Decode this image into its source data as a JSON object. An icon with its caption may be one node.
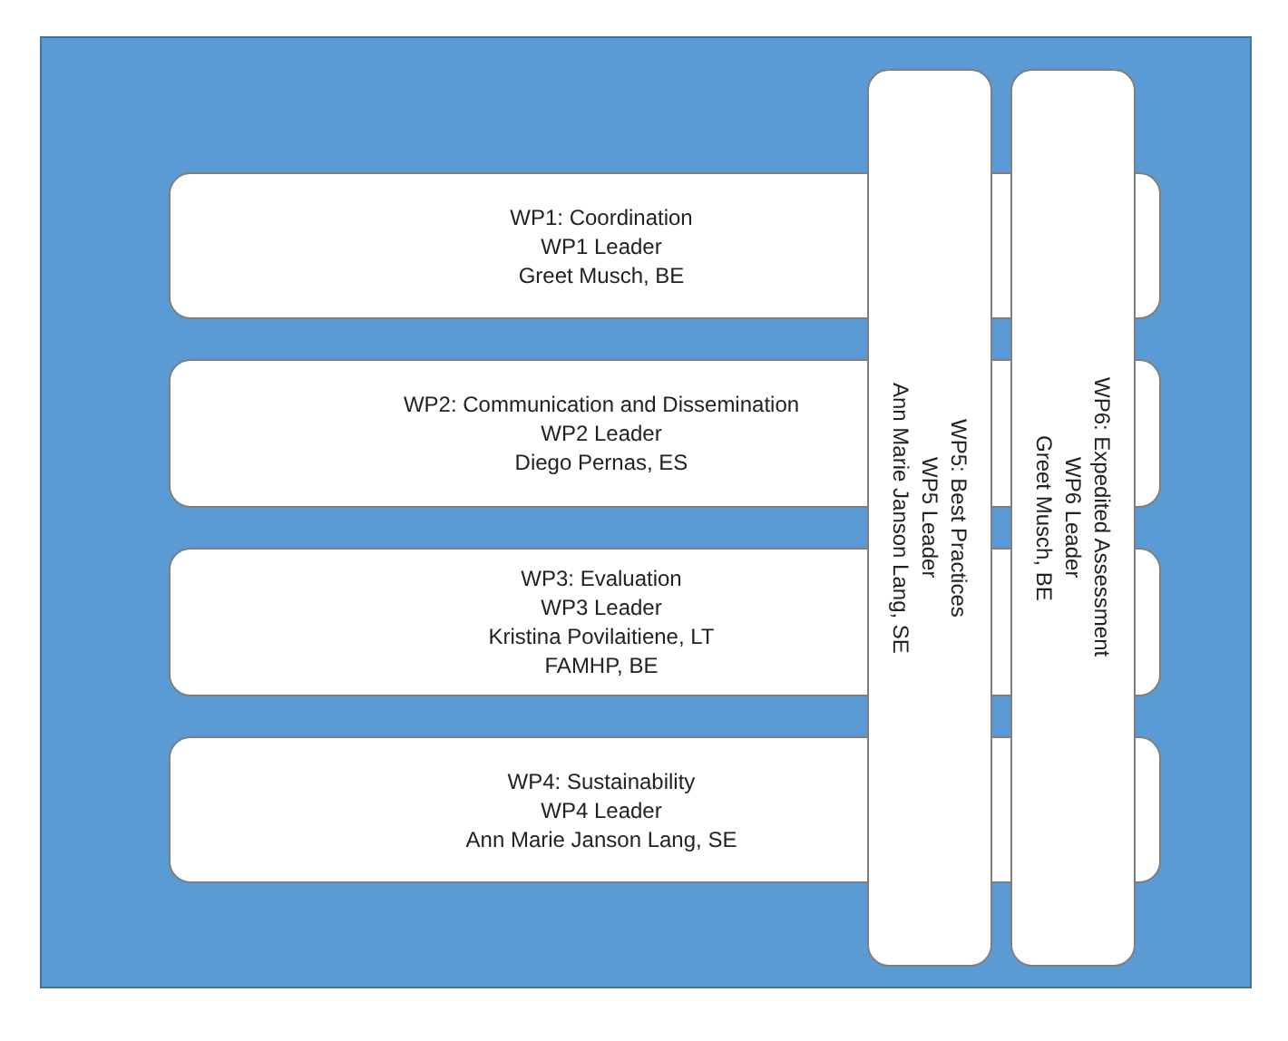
{
  "diagram": {
    "nodes": [
      {
        "text": [
          "WP1: Coordination",
          "WP1 Leader",
          "Greet Musch, BE"
        ]
      },
      {
        "text": [
          "WP2: Communication and Dissemination",
          "WP2 Leader",
          "Diego Pernas, ES"
        ]
      },
      {
        "text": [
          "WP3: Evaluation",
          "WP3 Leader",
          "Kristina Povilaitiene, LT",
          "FAMHP, BE"
        ]
      },
      {
        "text": [
          "WP4: Sustainability",
          "WP4 Leader",
          "Ann Marie Janson Lang, SE"
        ]
      },
      {
        "text": [
          "WP5: Best Practices",
          "WP5 Leader",
          "Ann Marie Janson Lang, SE"
        ]
      },
      {
        "text": [
          "WP6: Expedited Assessment",
          "WP6 Leader",
          "Greet Musch, BE"
        ]
      }
    ],
    "edges": []
  }
}
